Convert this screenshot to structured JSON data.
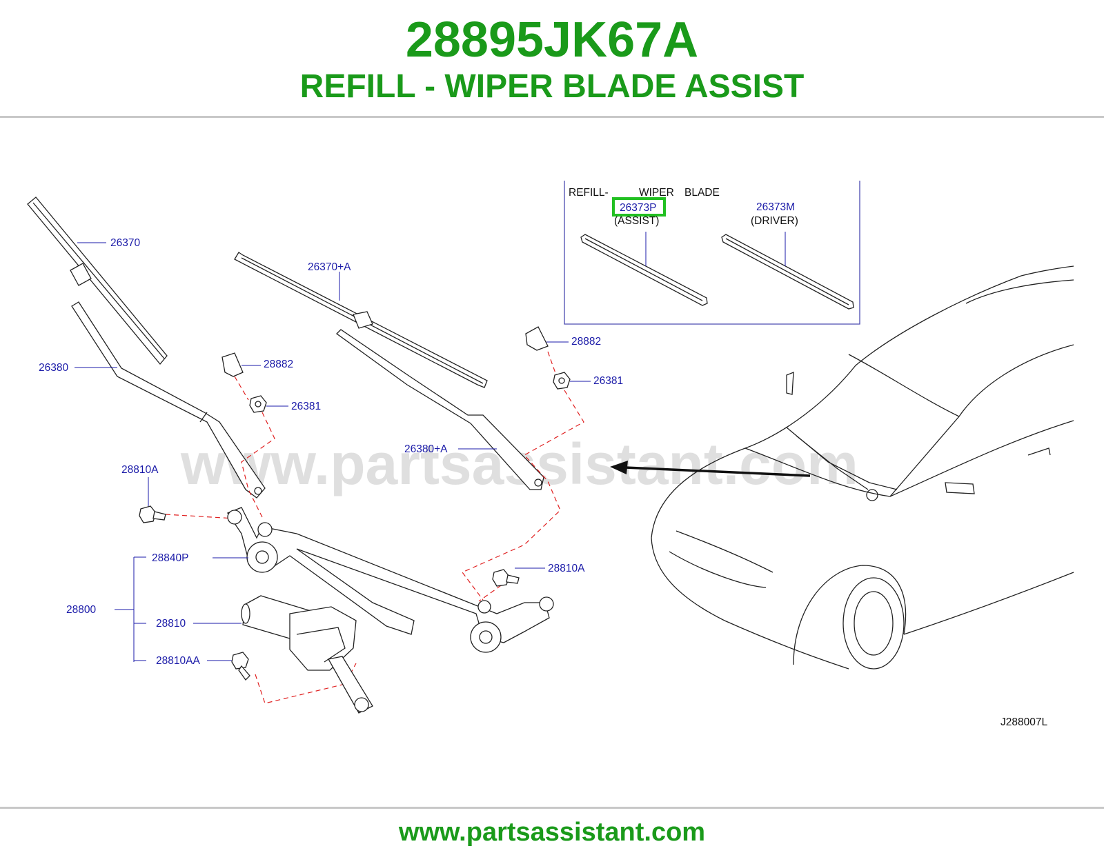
{
  "header": {
    "part_number": "28895JK67A",
    "part_name": "REFILL - WIPER BLADE ASSIST"
  },
  "diagram": {
    "watermark": "www.partsassistant.com",
    "diagram_code": "J288007L",
    "inset": {
      "heading_refill": "REFILL-",
      "heading_wiper": "WIPER",
      "heading_blade": "BLADE",
      "assist_part": "26373P",
      "assist_note": "(ASSIST)",
      "driver_part": "26373M",
      "driver_note": "(DRIVER)"
    },
    "callouts": {
      "c26370": "26370",
      "c26370a": "26370+A",
      "c26380": "26380",
      "c26380a": "26380+A",
      "c28882_left": "28882",
      "c28882_right": "28882",
      "c26381_left": "26381",
      "c26381_right": "26381",
      "c28810a_left": "28810A",
      "c28810a_right": "28810A",
      "c28840p": "28840P",
      "c28800": "28800",
      "c28810": "28810",
      "c28810aa": "28810AA"
    },
    "highlight_color": "#22c022"
  },
  "footer": {
    "url": "www.partsassistant.com"
  }
}
